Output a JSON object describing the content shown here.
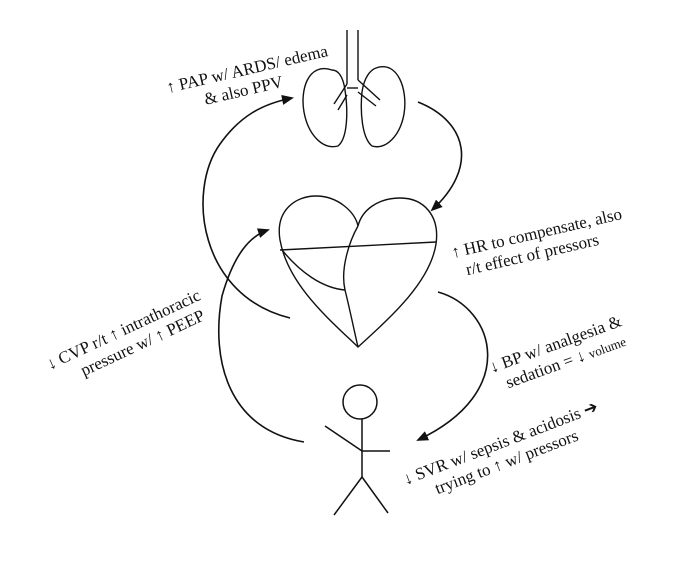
{
  "labels": {
    "pap_line1": "↑ PAP w/ ARDS/ edema",
    "pap_line2": "& also PPV",
    "hr_line1": "↑ HR to compensate, also",
    "hr_line2": "r/t effect of pressors",
    "cvp_line1": "↓ CVP r/t ↑ intrathoracic",
    "cvp_line2": "pressure w/ ↑ PEEP",
    "bp_line1": "↓ BP w/ analgesia &",
    "bp_line2_main": "sedation = ↓",
    "bp_line2_small": "volume",
    "svr_line1": "↓ SVR w/ sepsis & acidosis ➔",
    "svr_line2": "trying to ↑ w/ pressors"
  },
  "colors": {
    "ink": "#111111",
    "background": "#ffffff"
  },
  "icons": [
    "lungs-icon",
    "heart-icon",
    "person-icon"
  ]
}
